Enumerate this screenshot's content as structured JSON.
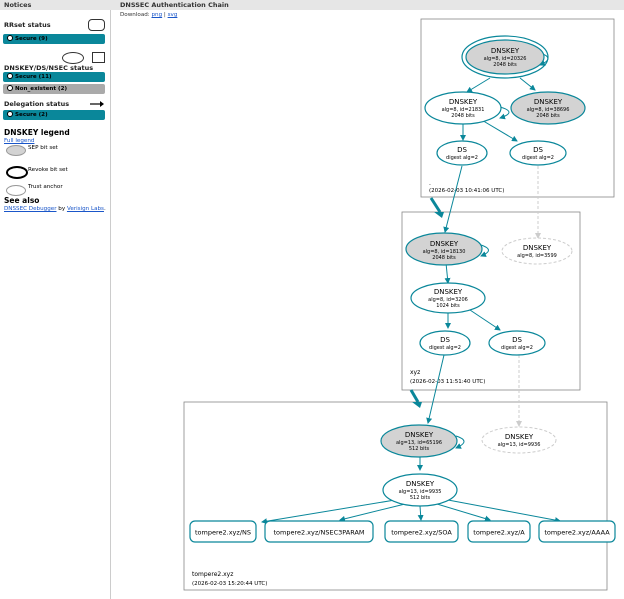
{
  "header": {
    "notices_title": "Notices",
    "main_title": "DNSSEC Authentication Chain"
  },
  "download": {
    "label": "Download:",
    "png": "png",
    "sep": "|",
    "svg": "svg"
  },
  "sidebar": {
    "rrset_title": "RRset status",
    "rrset_badge": "Secure (9)",
    "dnskey_title": "DNSKEY/DS/NSEC status",
    "dnskey_badge_secure": "Secure (11)",
    "dnskey_badge_nonexistent": "Non_existent (2)",
    "delegation_title": "Delegation status",
    "delegation_badge": "Secure (2)",
    "legend_title": "DNSKEY legend",
    "full_legend": "Full legend",
    "legend_sep": "SEP bit set",
    "legend_revoke": "Revoke bit set",
    "legend_trust": "Trust anchor",
    "see_also_title": "See also",
    "see_also_link1": "DNSSEC Debugger",
    "see_also_by": "by",
    "see_also_link2": "Verisign Labs",
    "see_also_end": "."
  },
  "colors": {
    "teal": "#0a879a",
    "sep_fill": "#d3d3d3",
    "dashed": "#cccccc"
  },
  "graph": {
    "root": {
      "zone_label": ".",
      "timestamp": "(2026-02-03 10:41:06 UTC)",
      "ksk": [
        "DNSKEY",
        "alg=8, id=20326",
        "2048 bits"
      ],
      "zsk": [
        "DNSKEY",
        "alg=8, id=21831",
        "2048 bits"
      ],
      "ksk2": [
        "DNSKEY",
        "alg=8, id=38696",
        "2048 bits"
      ],
      "ds1": [
        "DS",
        "digest alg=2"
      ],
      "ds2": [
        "DS",
        "digest alg=2"
      ]
    },
    "xyz": {
      "zone_label": "xyz",
      "timestamp": "(2026-02-03 11:51:40 UTC)",
      "ksk": [
        "DNSKEY",
        "alg=8, id=18130",
        "2048 bits"
      ],
      "zsk": [
        "DNSKEY",
        "alg=8, id=3206",
        "1024 bits"
      ],
      "ds1": [
        "DS",
        "digest alg=2"
      ],
      "ds2": [
        "DS",
        "digest alg=2"
      ],
      "missing": [
        "DNSKEY",
        "alg=8, id=3599"
      ]
    },
    "tompere": {
      "zone_label": "tompere2.xyz",
      "timestamp": "(2026-02-03 15:20:44 UTC)",
      "ksk": [
        "DNSKEY",
        "alg=13, id=65196",
        "512 bits"
      ],
      "zsk": [
        "DNSKEY",
        "alg=13, id=9935",
        "512 bits"
      ],
      "missing": [
        "DNSKEY",
        "alg=13, id=9936"
      ],
      "rrsets": [
        "tompere2.xyz/NS",
        "tompere2.xyz/NSEC3PARAM",
        "tompere2.xyz/SOA",
        "tompere2.xyz/A",
        "tompere2.xyz/AAAA"
      ]
    }
  }
}
